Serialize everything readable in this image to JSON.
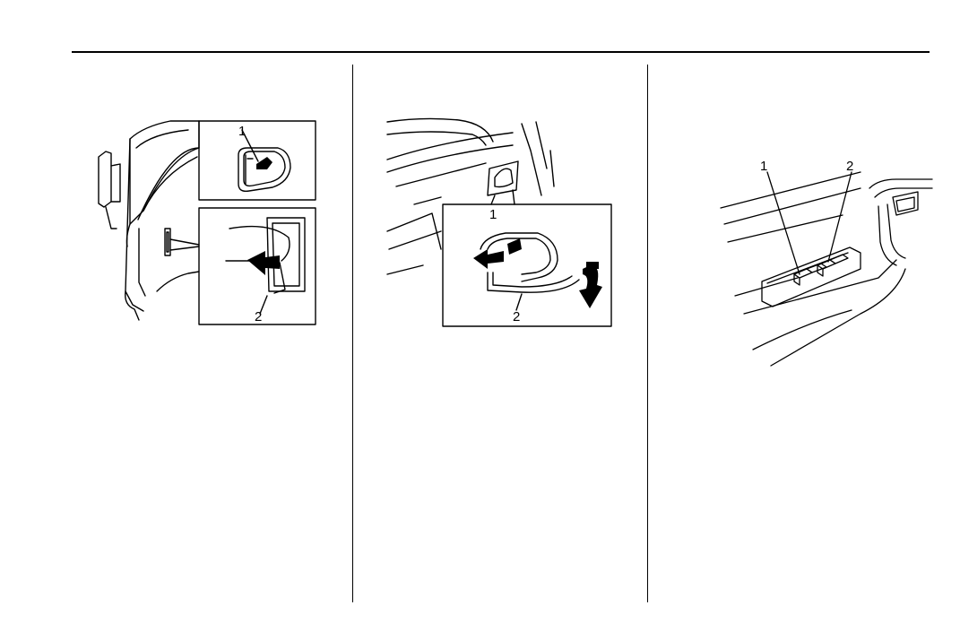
{
  "figures": [
    {
      "callouts": [
        "1",
        "2"
      ]
    },
    {
      "callouts": [
        "1",
        "2"
      ]
    },
    {
      "callouts": [
        "1",
        "2"
      ]
    }
  ]
}
